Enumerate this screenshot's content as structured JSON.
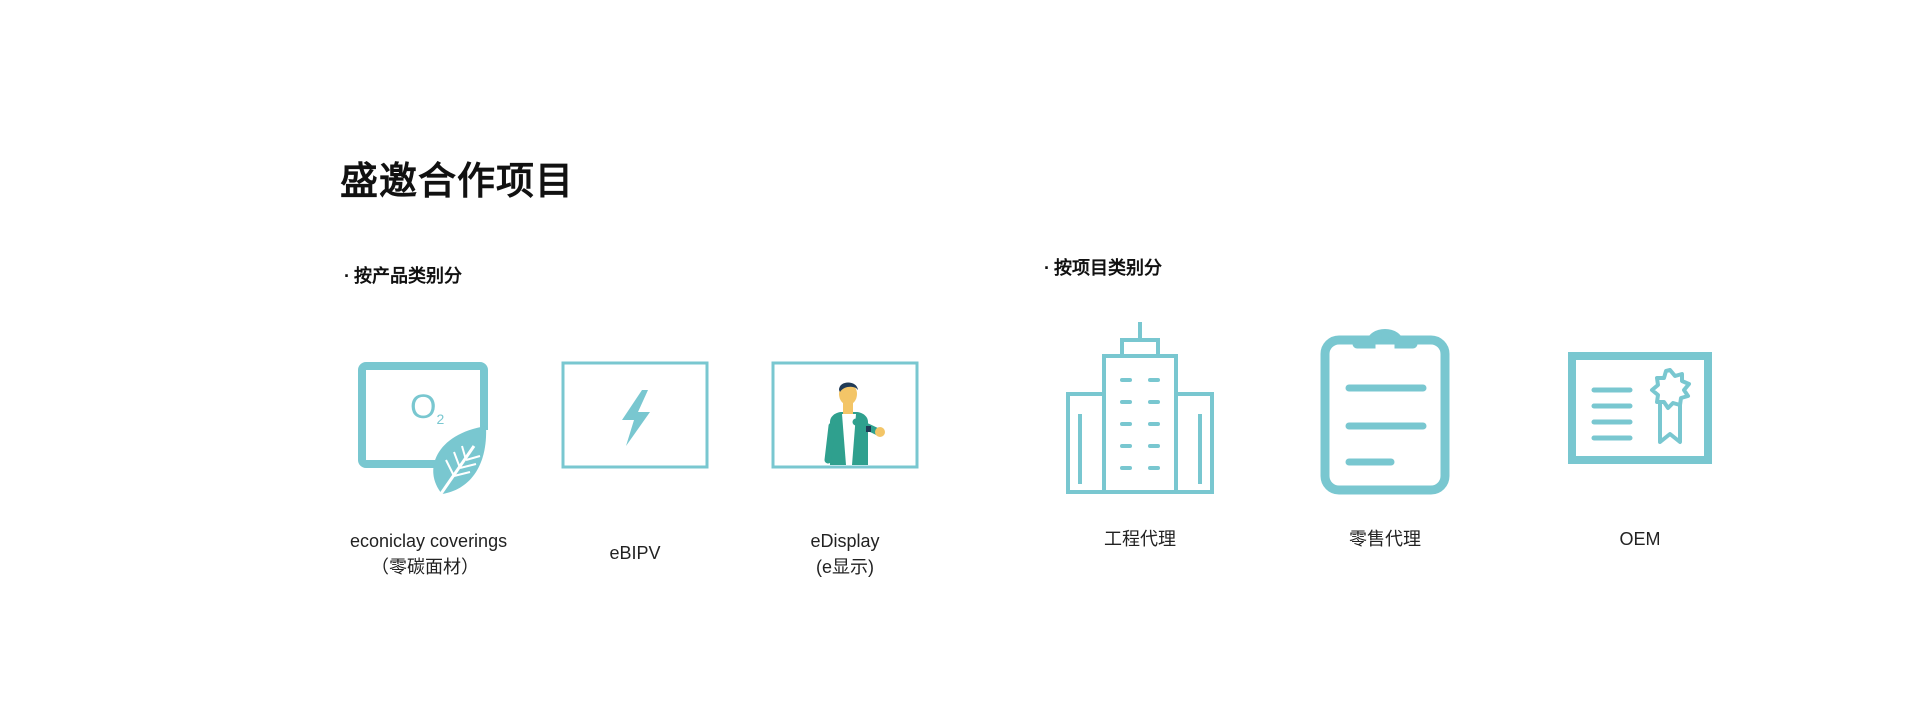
{
  "page": {
    "title": "盛邀合作项目"
  },
  "colors": {
    "accent": "#79c7d0",
    "title": "#111111",
    "text": "#222222"
  },
  "by_product": {
    "heading": "按产品类别分",
    "items": [
      {
        "icon": "leaf-o2-screen-icon",
        "line1": "econiclay coverings",
        "line2": "（零碳面材）"
      },
      {
        "icon": "lightning-screen-icon",
        "line1": "eBIPV",
        "line2": ""
      },
      {
        "icon": "person-screen-icon",
        "line1": "eDisplay",
        "line2": "(e显示)"
      }
    ]
  },
  "by_project": {
    "heading": "按项目类别分",
    "items": [
      {
        "icon": "building-icon",
        "label": "工程代理"
      },
      {
        "icon": "clipboard-icon",
        "label": "零售代理"
      },
      {
        "icon": "certificate-icon",
        "label": "OEM"
      }
    ]
  },
  "o2_symbol": {
    "main": "O",
    "sub": "2"
  }
}
